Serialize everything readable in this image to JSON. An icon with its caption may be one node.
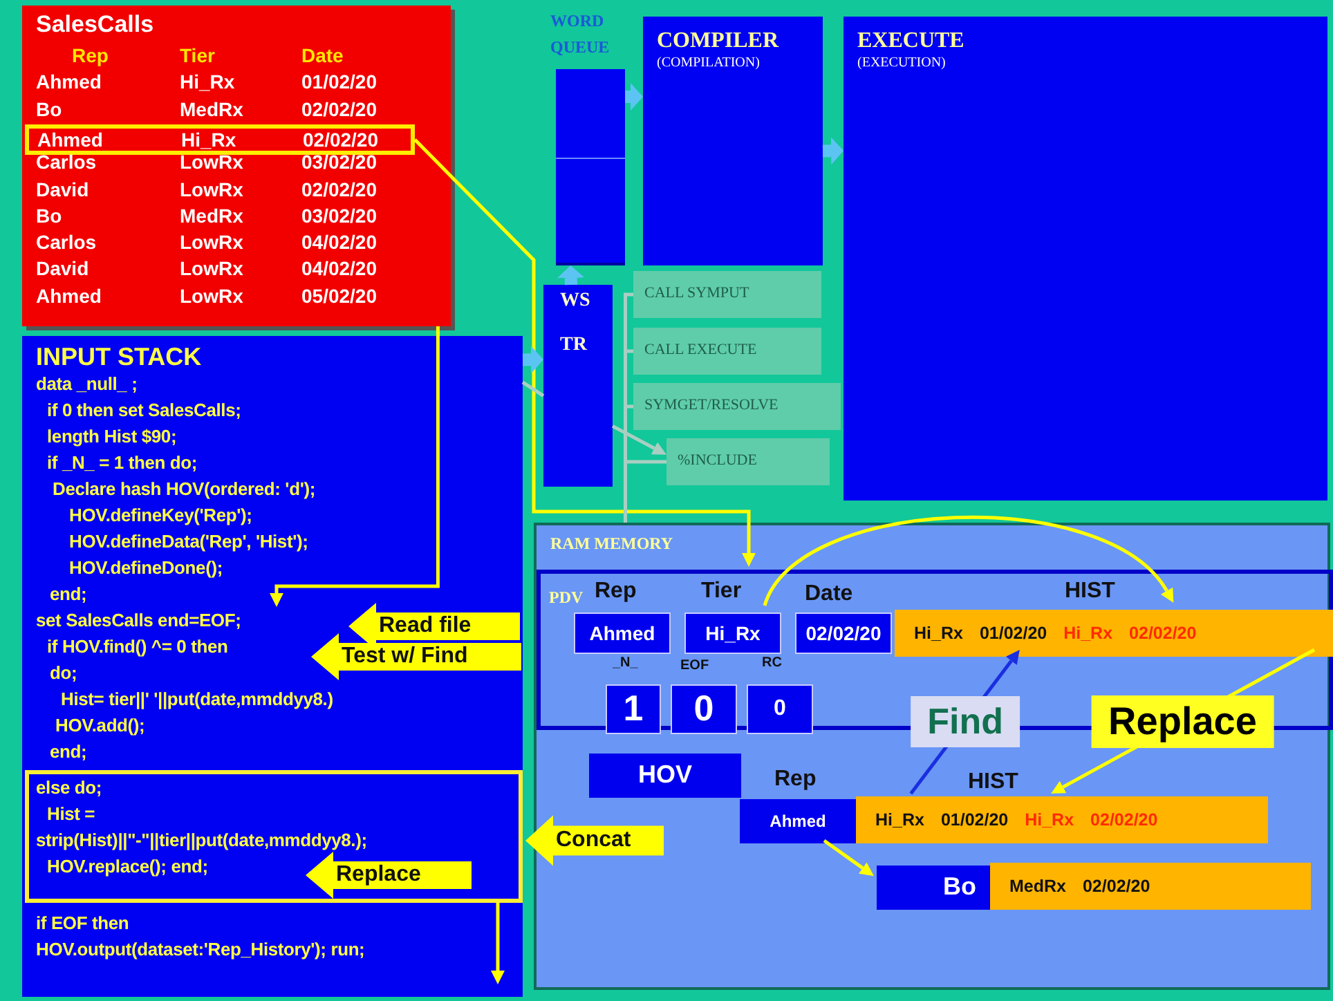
{
  "diagram": {
    "nodes": [
      {
        "text": [
          "SalesCalls"
        ]
      },
      {
        "text": [
          "Ahmed",
          "Hi_Rx",
          "02/02/20"
        ],
        "in": 0
      },
      {
        "text": [
          "INPUT STACK",
          "data _null_ ;",
          "if 0 then set SalesCalls;",
          "length Hist $90;",
          "if _N_ = 1 then do;",
          "Declare hash HOV(ordered: 'd');",
          "HOV.defineKey('Rep');",
          "HOV.defineData('Rep', 'Hist');",
          "HOV.defineDone();",
          "end;",
          "set SalesCalls end=EOF;",
          "if HOV.find() ^= 0 then",
          "do;",
          "Hist= tier||' '||put(date,mmddyy8.)",
          "HOV.add();",
          "end;",
          "if EOF then",
          "HOV.output(dataset:'Rep_History'); run;"
        ]
      },
      {
        "text": [
          "else do;",
          "Hist =",
          "strip(Hist)||\"-\"||tier||put(date,mmddyy8.);",
          "HOV.replace(); end;"
        ],
        "in": 2
      },
      {
        "text": [
          "Read file"
        ],
        "in": 2
      },
      {
        "text": [
          "Test w/ Find"
        ],
        "in": 2
      },
      {
        "text": [
          "Replace"
        ],
        "in": 3
      },
      {
        "text": [
          "Concat"
        ]
      },
      {
        "text": [
          "WORD QUEUE"
        ]
      },
      {
        "text": [
          "COMPILER",
          "(COMPILATION)"
        ]
      },
      {
        "text": [
          "EXECUTE",
          "(EXECUTION)"
        ]
      },
      {
        "text": [
          "WS",
          "TR"
        ]
      },
      {
        "text": [
          "CALL SYMPUT"
        ]
      },
      {
        "text": [
          "CALL EXECUTE"
        ]
      },
      {
        "text": [
          "SYMGET/RESOLVE"
        ]
      },
      {
        "text": [
          "%INCLUDE"
        ]
      },
      {
        "text": [
          "RAM MEMORY"
        ]
      },
      {
        "text": [
          "PDV"
        ],
        "in": 16
      },
      {
        "text": [
          "Ahmed"
        ],
        "in": 17
      },
      {
        "text": [
          "Hi_Rx"
        ],
        "in": 17
      },
      {
        "text": [
          "02/02/20"
        ],
        "in": 17
      },
      {
        "text": [
          "Hi_Rx",
          "01/02/20",
          "Hi_Rx",
          "02/02/20"
        ],
        "in": 17
      },
      {
        "text": [
          "1"
        ],
        "in": 17
      },
      {
        "text": [
          "0"
        ],
        "in": 17
      },
      {
        "text": [
          "0"
        ],
        "in": 17
      },
      {
        "text": [
          "HOV"
        ],
        "in": 16
      },
      {
        "text": [
          "Ahmed"
        ],
        "in": 16
      },
      {
        "text": [
          "Hi_Rx",
          "01/02/20",
          "Hi_Rx",
          "02/02/20"
        ],
        "in": 16
      },
      {
        "text": [
          "Bo"
        ],
        "in": 16
      },
      {
        "text": [
          "MedRx",
          "02/02/20"
        ],
        "in": 16
      }
    ],
    "edges": [
      {
        "from": 0,
        "to": null,
        "arrow": "to"
      },
      {
        "from": 1,
        "to": 17,
        "arrow": "to"
      },
      {
        "from": 3,
        "to": null,
        "arrow": "to"
      },
      {
        "from": 19,
        "to": 21,
        "arrow": "to"
      },
      {
        "from": 27,
        "to": 21,
        "arrow": "to",
        "label": "Find",
        "color": "#1a2ee0"
      },
      {
        "from": 21,
        "to": 27,
        "arrow": "to",
        "label": "Replace"
      },
      {
        "from": 26,
        "to": 28,
        "arrow": "to"
      },
      {
        "from": 8,
        "to": 9,
        "arrow": "to",
        "style": "thick",
        "color": "#5cc4f2"
      },
      {
        "from": 9,
        "to": 10,
        "arrow": "to",
        "style": "thick",
        "color": "#5cc4f2"
      },
      {
        "from": 11,
        "to": 8,
        "arrow": "to",
        "style": "thick",
        "color": "#5cc4f2"
      },
      {
        "from": 2,
        "to": 11,
        "arrow": "to",
        "style": "thick",
        "color": "#5cc4f2"
      },
      {
        "from": 2,
        "to": 11,
        "arrow": "none",
        "color": "#a9cfc2"
      },
      {
        "from": 11,
        "to": 15,
        "arrow": "to",
        "color": "#a9cfc2"
      },
      {
        "from": 16,
        "to": 12,
        "arrow": "none",
        "color": "#a9cfc2"
      },
      {
        "from": 16,
        "to": 13,
        "arrow": "none",
        "color": "#a9cfc2"
      },
      {
        "from": 16,
        "to": 14,
        "arrow": "none",
        "color": "#a9cfc2"
      },
      {
        "from": 16,
        "to": 15,
        "arrow": "none",
        "color": "#a9cfc2"
      }
    ],
    "labels": [
      "Rep",
      "Tier",
      "Date",
      "Ahmed",
      "Hi_Rx",
      "01/02/20",
      "Bo",
      "MedRx",
      "02/02/20",
      "Carlos",
      "LowRx",
      "03/02/20",
      "David",
      "LowRx",
      "02/02/20",
      "Bo",
      "MedRx",
      "03/02/20",
      "Carlos",
      "LowRx",
      "04/02/20",
      "David",
      "LowRx",
      "04/02/20",
      "Ahmed",
      "LowRx",
      "05/02/20",
      "Rep",
      "Tier",
      "Date",
      "HIST",
      "_N_",
      "EOF",
      "RC",
      "Rep",
      "HIST"
    ]
  }
}
